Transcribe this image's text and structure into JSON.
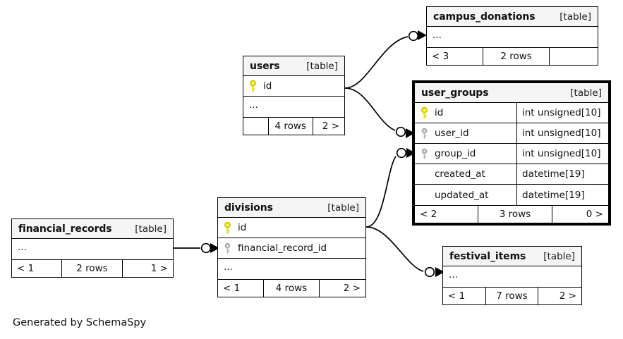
{
  "diagram": {
    "caption": "Generated by SchemaSpy",
    "table_tag": "[table]",
    "ellipsis": "...",
    "colors": {
      "background": "#ffffff",
      "header_fill": "#f5f5f5",
      "border": "#000000",
      "primary_key": "#e8e000",
      "foreign_key": "#b0b0b0",
      "text": "#111111"
    }
  },
  "tables": {
    "campus_donations": {
      "name": "campus_donations",
      "tag": "[table]",
      "focus": false,
      "rows": [
        {
          "icon": "none",
          "name": "...",
          "type": ""
        }
      ],
      "footer": {
        "left": "< 3",
        "center": "2 rows",
        "right": ""
      }
    },
    "users": {
      "name": "users",
      "tag": "[table]",
      "focus": false,
      "rows": [
        {
          "icon": "primary-key",
          "name": "id",
          "type": ""
        },
        {
          "icon": "none",
          "name": "...",
          "type": ""
        }
      ],
      "footer": {
        "left": "",
        "center": "4 rows",
        "right": "2 >"
      }
    },
    "user_groups": {
      "name": "user_groups",
      "tag": "[table]",
      "focus": true,
      "rows": [
        {
          "icon": "primary-key",
          "name": "id",
          "type": "int unsigned[10]"
        },
        {
          "icon": "foreign-key",
          "name": "user_id",
          "type": "int unsigned[10]"
        },
        {
          "icon": "foreign-key",
          "name": "group_id",
          "type": "int unsigned[10]"
        },
        {
          "icon": "none",
          "name": "created_at",
          "type": "datetime[19]"
        },
        {
          "icon": "none",
          "name": "updated_at",
          "type": "datetime[19]"
        }
      ],
      "footer": {
        "left": "< 2",
        "center": "3 rows",
        "right": "0 >"
      }
    },
    "divisions": {
      "name": "divisions",
      "tag": "[table]",
      "focus": false,
      "rows": [
        {
          "icon": "primary-key",
          "name": "id",
          "type": ""
        },
        {
          "icon": "foreign-key",
          "name": "financial_record_id",
          "type": ""
        },
        {
          "icon": "none",
          "name": "...",
          "type": ""
        }
      ],
      "footer": {
        "left": "< 1",
        "center": "4 rows",
        "right": "2 >"
      }
    },
    "financial_records": {
      "name": "financial_records",
      "tag": "[table]",
      "focus": false,
      "rows": [
        {
          "icon": "none",
          "name": "...",
          "type": ""
        }
      ],
      "footer": {
        "left": "< 1",
        "center": "2 rows",
        "right": "1 >"
      }
    },
    "festival_items": {
      "name": "festival_items",
      "tag": "[table]",
      "focus": false,
      "rows": [
        {
          "icon": "none",
          "name": "...",
          "type": ""
        }
      ],
      "footer": {
        "left": "< 1",
        "center": "7 rows",
        "right": "2 >"
      }
    }
  },
  "relationships": [
    {
      "from": "users",
      "to": "campus_donations",
      "notation": "zero-or-many"
    },
    {
      "from": "users",
      "to": "user_groups.user_id",
      "notation": "zero-or-many"
    },
    {
      "from": "divisions",
      "to": "user_groups.group_id",
      "notation": "zero-or-many"
    },
    {
      "from": "divisions",
      "to": "festival_items",
      "notation": "zero-or-many"
    },
    {
      "from": "financial_records",
      "to": "divisions.financial_record_id",
      "notation": "zero-or-many"
    }
  ]
}
